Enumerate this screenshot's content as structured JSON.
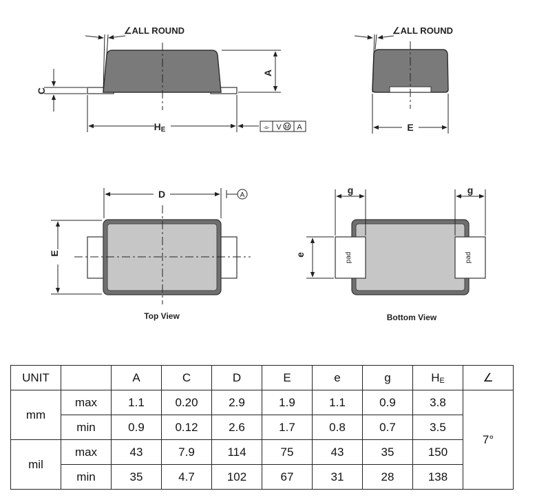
{
  "drawing": {
    "side_view": {
      "angle_note": "∠ALL ROUND",
      "dim_A": "A",
      "dim_C": "C",
      "dim_HE_main": "H",
      "dim_HE_sub": "E",
      "tolerance_box": [
        "⌯",
        "V",
        "M",
        "A"
      ]
    },
    "end_view": {
      "angle_note": "∠ALL ROUND",
      "dim_E": "E"
    },
    "top_view": {
      "dim_D": "D",
      "datum": "A",
      "dim_E": "E",
      "caption": "Top View"
    },
    "bottom_view": {
      "dim_g_left": "g",
      "dim_g_right": "g",
      "dim_e": "e",
      "pad_left": "pad",
      "pad_right": "pad",
      "caption": "Bottom  View"
    }
  },
  "table": {
    "header": [
      "UNIT",
      "",
      "A",
      "C",
      "D",
      "E",
      "e",
      "g",
      "H",
      "∠"
    ],
    "header_HE_sub": "E",
    "units": [
      {
        "unit": "mm",
        "rows": [
          {
            "label": "max",
            "values": [
              "1.1",
              "0.20",
              "2.9",
              "1.9",
              "1.1",
              "0.9",
              "3.8"
            ]
          },
          {
            "label": "min",
            "values": [
              "0.9",
              "0.12",
              "2.6",
              "1.7",
              "0.8",
              "0.7",
              "3.5"
            ]
          }
        ]
      },
      {
        "unit": "mil",
        "rows": [
          {
            "label": "max",
            "values": [
              "43",
              "7.9",
              "114",
              "75",
              "43",
              "35",
              "150"
            ]
          },
          {
            "label": "min",
            "values": [
              "35",
              "4.7",
              "102",
              "67",
              "31",
              "28",
              "138"
            ]
          }
        ]
      }
    ],
    "angle_value": "7°"
  }
}
